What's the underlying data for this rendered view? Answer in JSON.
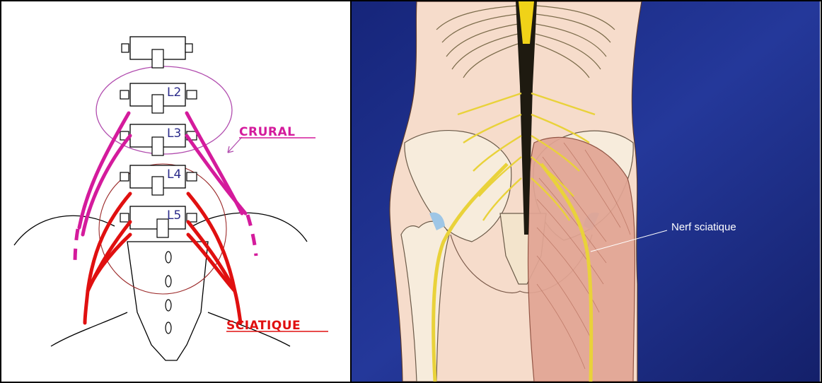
{
  "left_diagram": {
    "vertebra_labels": [
      "L2",
      "L3",
      "L4",
      "L5"
    ],
    "label_crural": "CRURAL",
    "label_sciatique": "SCIATIQUE",
    "colors": {
      "crural": "#d41b9c",
      "sciatique": "#e01010",
      "outline": "#000000"
    }
  },
  "right_diagram": {
    "label_nerf": "Nerf sciatique",
    "colors": {
      "background": "#1e2f86",
      "skin": "#f6dccb",
      "nerve": "#e9d23a",
      "muscle": "#e2a594",
      "bone": "#f6ecd7"
    }
  }
}
